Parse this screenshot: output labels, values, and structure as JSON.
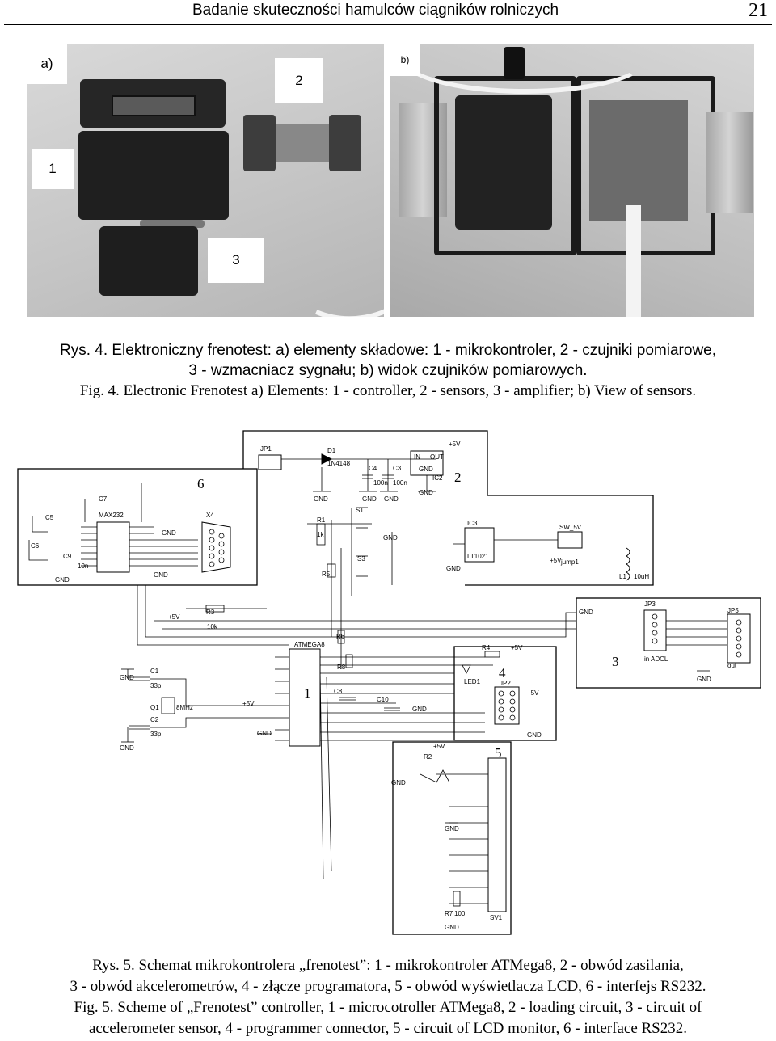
{
  "header": {
    "running_title": "Badanie skuteczności hamulców ciągników rolniczych",
    "page_number": "21"
  },
  "figure4": {
    "panel_a_label": "a)",
    "panel_b_label": "b)",
    "callouts": [
      "1",
      "2",
      "3"
    ],
    "caption_pl_line1": "Rys. 4. Elektroniczny frenotest: a) elementy składowe: 1 - mikrokontroler, 2 - czujniki pomiarowe,",
    "caption_pl_line2": "3 - wzmacniacz sygnału; b) widok czujników pomiarowych.",
    "caption_en": "Fig. 4. Electronic Frenotest a) Elements: 1 - controller, 2 - sensors, 3 - amplifier; b) View of sensors."
  },
  "figure5": {
    "block_numbers": [
      "6",
      "2",
      "1",
      "4",
      "3",
      "5"
    ],
    "labels": {
      "jp1": "JP1",
      "d1": "D1",
      "diode": "1N4148",
      "plus5v": "+5V",
      "gnd": "GND",
      "c4": "C4",
      "c3": "C3",
      "c100n_a": "100n",
      "c100n_b": "100n",
      "ic2": "IC2",
      "in": "IN",
      "out": "OUT",
      "c7": "C7",
      "c5": "C5",
      "c6": "C6",
      "c9": "C9",
      "c10n": "10n",
      "max232": "MAX232",
      "x4": "X4",
      "s1": "S1",
      "r1": "R1",
      "r1k": "1k",
      "s3": "S3",
      "r5": "R5",
      "ic3": "IC3",
      "lt1021": "LT1021",
      "sw5v": "SW_5V",
      "jump1": "jump1",
      "l1": "L1",
      "l1v": "10uH",
      "r3": "R3",
      "r10k": "10k",
      "atmega8": "ATMEGA8",
      "r6": "R6",
      "r8": "R8",
      "c8": "C8",
      "c10": "C10",
      "c1": "C1",
      "c33p_a": "33p",
      "q1": "Q1",
      "q8mhz": "8MHz",
      "c2": "C2",
      "c33p_b": "33p",
      "r4": "R4",
      "led1": "LED1",
      "jp2": "JP2",
      "jp3": "JP3",
      "jp5": "JP5",
      "inadcl": "in ADCL",
      "jpout": "out",
      "r2": "R2",
      "r7": "R7",
      "r100": "100",
      "sv1": "SV1"
    },
    "caption_pl_line1": "Rys. 5. Schemat mikrokontrolera „frenotest”: 1 -  mikrokontroler ATMega8, 2 - obwód zasilania,",
    "caption_pl_line2": "3 - obwód akcelerometrów, 4 - złącze programatora, 5 - obwód wyświetlacza LCD, 6 - interfejs RS232.",
    "caption_en_line1": "Fig. 5. Scheme of „Frenotest” controller, 1 - microcotroller ATMega8, 2 - loading circuit, 3 - circuit of",
    "caption_en_line2": "accelerometer sensor, 4 - programmer connector,  5 - circuit of LCD monitor,  6 - interface RS232."
  }
}
